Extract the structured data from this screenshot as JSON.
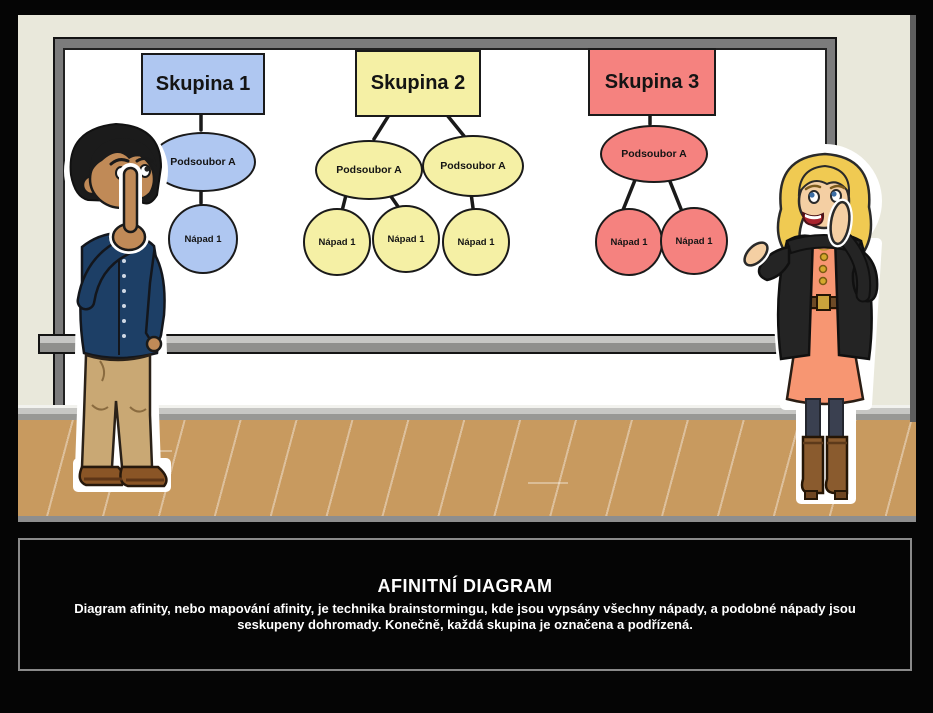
{
  "illustration": {
    "groups": [
      {
        "label": "Skupina 1",
        "color": "#AFC7F1",
        "subsets": [
          {
            "label": "Podsoubor A",
            "ideas": [
              "Nápad 1"
            ]
          }
        ]
      },
      {
        "label": "Skupina 2",
        "color": "#F5F0A5",
        "subsets": [
          {
            "label": "Podsoubor A",
            "ideas": [
              "Nápad 1",
              "Nápad 1"
            ]
          },
          {
            "label": "Podsoubor A",
            "ideas": [
              "Nápad 1"
            ]
          }
        ]
      },
      {
        "label": "Skupina 3",
        "color": "#F5827F",
        "subsets": [
          {
            "label": "Podsoubor A",
            "ideas": [
              "Nápad 1",
              "Nápad 1"
            ]
          }
        ]
      }
    ],
    "characters": [
      {
        "name": "man-thinking"
      },
      {
        "name": "woman-presenting"
      }
    ],
    "scene_colors": {
      "wall": "#E9E8DB",
      "whiteboard_frame": "#7C7C7C",
      "floor": "#C89A5F"
    }
  },
  "caption": {
    "title": "AFINITNÍ DIAGRAM",
    "body": "Diagram afinity, nebo mapování afinity, je technika brainstormingu, kde jsou vypsány všechny nápady, a podobné nápady jsou seskupeny dohromady. Konečně, každá skupina je označena a podřízená."
  }
}
